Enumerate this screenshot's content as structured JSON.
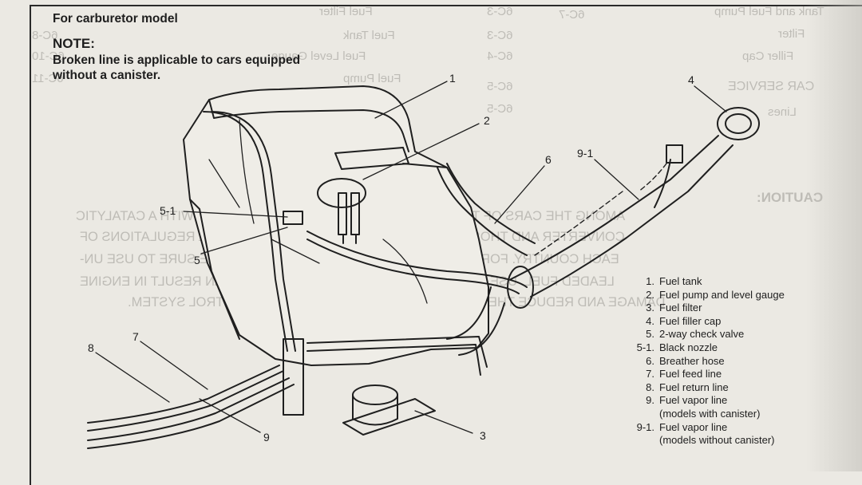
{
  "header": {
    "model": "For carburetor model",
    "note_label": "NOTE:",
    "note_text": "Broken line is applicable to cars equipped without a canister."
  },
  "callouts": [
    "1",
    "2",
    "6",
    "4",
    "9-1",
    "5-1",
    "5",
    "7",
    "8",
    "9",
    "3"
  ],
  "legend": [
    {
      "num": "1.",
      "text": "Fuel tank"
    },
    {
      "num": "2.",
      "text": "Fuel pump and level gauge"
    },
    {
      "num": "3.",
      "text": "Fuel filter"
    },
    {
      "num": "4.",
      "text": "Fuel filler cap"
    },
    {
      "num": "5.",
      "text": "2-way check valve"
    },
    {
      "num": "5-1.",
      "text": "Black nozzle"
    },
    {
      "num": "6.",
      "text": "Breather hose"
    },
    {
      "num": "7.",
      "text": "Fuel feed line"
    },
    {
      "num": "8.",
      "text": "Fuel return line"
    },
    {
      "num": "9.",
      "text": "Fuel vapor line"
    },
    {
      "num": "",
      "text": "(models with canister)"
    },
    {
      "num": "9-1.",
      "text": "Fuel vapor line"
    },
    {
      "num": "",
      "text": "(models without canister)"
    }
  ],
  "bleed_through": [
    "Fuel Filter",
    "Fuel Tank",
    "Fuel Level Gauge",
    "Fuel Pump",
    "Tank and Fuel Pump",
    "Filter",
    "Filler Cap",
    "CAR SERVICE",
    "Lines",
    "6C-3",
    "6C-3",
    "6C-4",
    "6C-5",
    "6C-5",
    "6C-7",
    "6C-8",
    "6C-10",
    "6C-11",
    "CAUTION:",
    "AMONG THE CARS OF THIS MODEL, THERE ARE THOSE EQUIPPED WITH A CATALYTIC",
    "CONVERTER AND THOSE WITHOUT IT, DEPENDING ON THE LOCAL REGULATIONS OF",
    "EACH COUNTRY. FOR THOSE WITH A CATALYTIC CONVERTER, BE SURE TO USE UN-",
    "LEADED FUEL. USE OF LEADED AND/OR LOW GRADE FUEL CAN RESULT IN ENGINE",
    "DAMAGE AND REDUCE THE EFFECTIVENESS OF THE EMISSION CONTROL SYSTEM."
  ]
}
